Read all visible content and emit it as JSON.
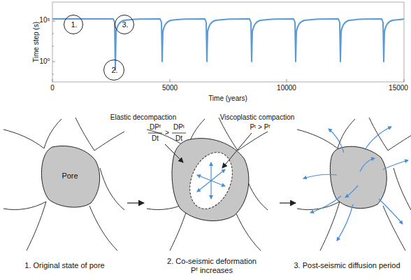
{
  "diagram": {
    "nodes": [
      {
        "text": [
          "1."
        ]
      },
      {
        "text": [
          "2."
        ]
      },
      {
        "text": [
          "3."
        ]
      },
      {
        "text": [
          "1. Original state of pore"
        ]
      },
      {
        "text": [
          "Pore"
        ],
        "in": 3
      },
      {
        "text": [
          "2. Co-seismic deformation",
          "Pᶠ increases"
        ]
      },
      {
        "text": [
          "3. Post-seismic diffusion period"
        ]
      }
    ],
    "edges": [
      {
        "from": 3,
        "to": 5,
        "arrow": "to"
      },
      {
        "from": 5,
        "to": 6,
        "arrow": "to"
      }
    ],
    "labels": [
      "Time step (s)",
      "10⁵",
      "10⁰",
      "0",
      "5000",
      "10000",
      "15000",
      "Time (years)",
      "Elastic decompaction",
      "DPᶠ",
      "Dt",
      ">",
      "DPᵗ",
      "Dt",
      "Viscoplastic compaction",
      "Pᵗ > Pᶠ"
    ]
  }
}
